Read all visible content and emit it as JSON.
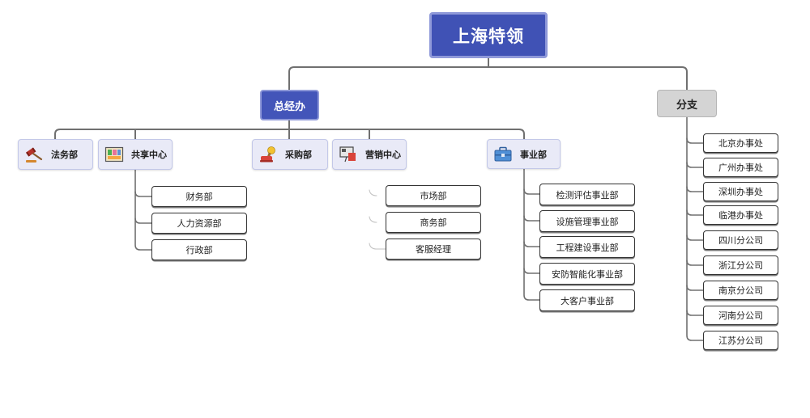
{
  "colors": {
    "root_fill": "#4052b5",
    "root_border": "#8f99d9",
    "level1_fill": "#4355b9",
    "branch_fill": "#d4d4d4",
    "dept_fill": "#e9eaf7",
    "dept_border": "#c3c8e8",
    "leaf_border": "#333333",
    "connector": "#707070"
  },
  "root": {
    "label": "上海特领"
  },
  "general_office": {
    "label": "总经办",
    "departments": [
      {
        "label": "法务部",
        "icon": "gavel-icon"
      },
      {
        "label": "共享中心",
        "icon": "bookshelf-icon",
        "children": [
          "财务部",
          "人力资源部",
          "行政部"
        ]
      },
      {
        "label": "采购部",
        "icon": "stamp-icon"
      },
      {
        "label": "营销中心",
        "icon": "presentation-board-icon",
        "children": [
          "市场部",
          "商务部",
          "客服经理"
        ]
      },
      {
        "label": "事业部",
        "icon": "briefcase-icon",
        "children": [
          "检测评估事业部",
          "设施管理事业部",
          "工程建设事业部",
          "安防智能化事业部",
          "大客户事业部"
        ]
      }
    ]
  },
  "branch_offices": {
    "label": "分支",
    "children": [
      "北京办事处",
      "广州办事处",
      "深圳办事处",
      "临港办事处",
      "四川分公司",
      "浙江分公司",
      "南京分公司",
      "河南分公司",
      "江苏分公司"
    ]
  }
}
